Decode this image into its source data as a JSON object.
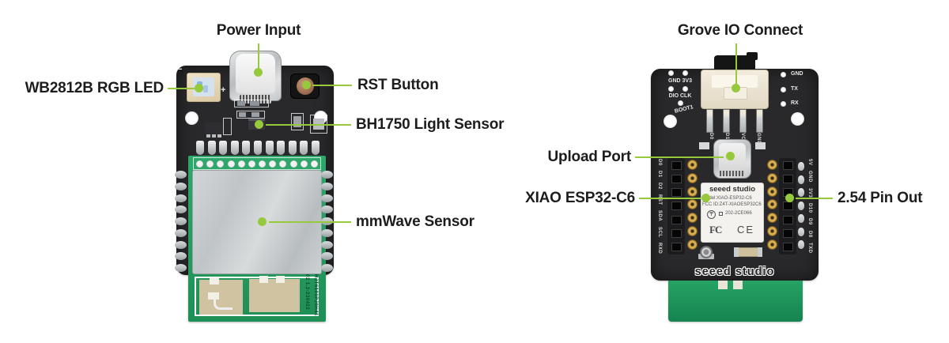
{
  "colors": {
    "accent_green": "#97C93D",
    "label_text": "#1D1D1F",
    "pcb_black": "#29292B",
    "pcb_green": "#27A066",
    "shield_silver": "#C6CACD",
    "antenna_tan": "#D0C3A1"
  },
  "annotations": {
    "power_input": "Power Input",
    "rgb_led": "WB2812B RGB LED",
    "rst_button": "RST Button",
    "light_sensor": "BH1750 Light Sensor",
    "mmwave_sensor": "mmWave Sensor",
    "grove": "Grove IO Connect",
    "upload_port": "Upload Port",
    "xiao": "XIAO ESP32-C6",
    "pin_out": "2.54 Pin Out"
  },
  "left_board": {
    "silk_minus": "−",
    "silk_plus": "+",
    "module_code_1": "02  1.2-230422",
    "module_code_2": "HJT6101PJ0H41"
  },
  "right_board": {
    "silk": {
      "tl_row1": "GND 3V3",
      "tl_row2": "DIO CLK",
      "tl_row3": "BOOT1",
      "tr_row1": "GND",
      "tr_row2": "TX",
      "tr_row3": "RX"
    },
    "grove_pins": [
      "D0",
      "D10",
      "VCC",
      "GND"
    ],
    "left_pins": [
      "D0",
      "D1",
      "D2",
      "RST",
      "SDA",
      "SCL",
      "RXD"
    ],
    "right_pins": [
      "5V",
      "GND",
      "3V3",
      "D10",
      "D9",
      "D8",
      "TXD"
    ],
    "xiao_module": {
      "brand": "seeed studio",
      "model": "Model:XIAO-ESP32-C6",
      "fcc_id": "FCC ID:Z4T-XIAOESP32C6",
      "cert_mark": "〒",
      "cert_number": "202-2CE066",
      "fcc_logo": "FC",
      "ce_logo": "CE"
    },
    "bottom_brand": "seeed studio"
  }
}
